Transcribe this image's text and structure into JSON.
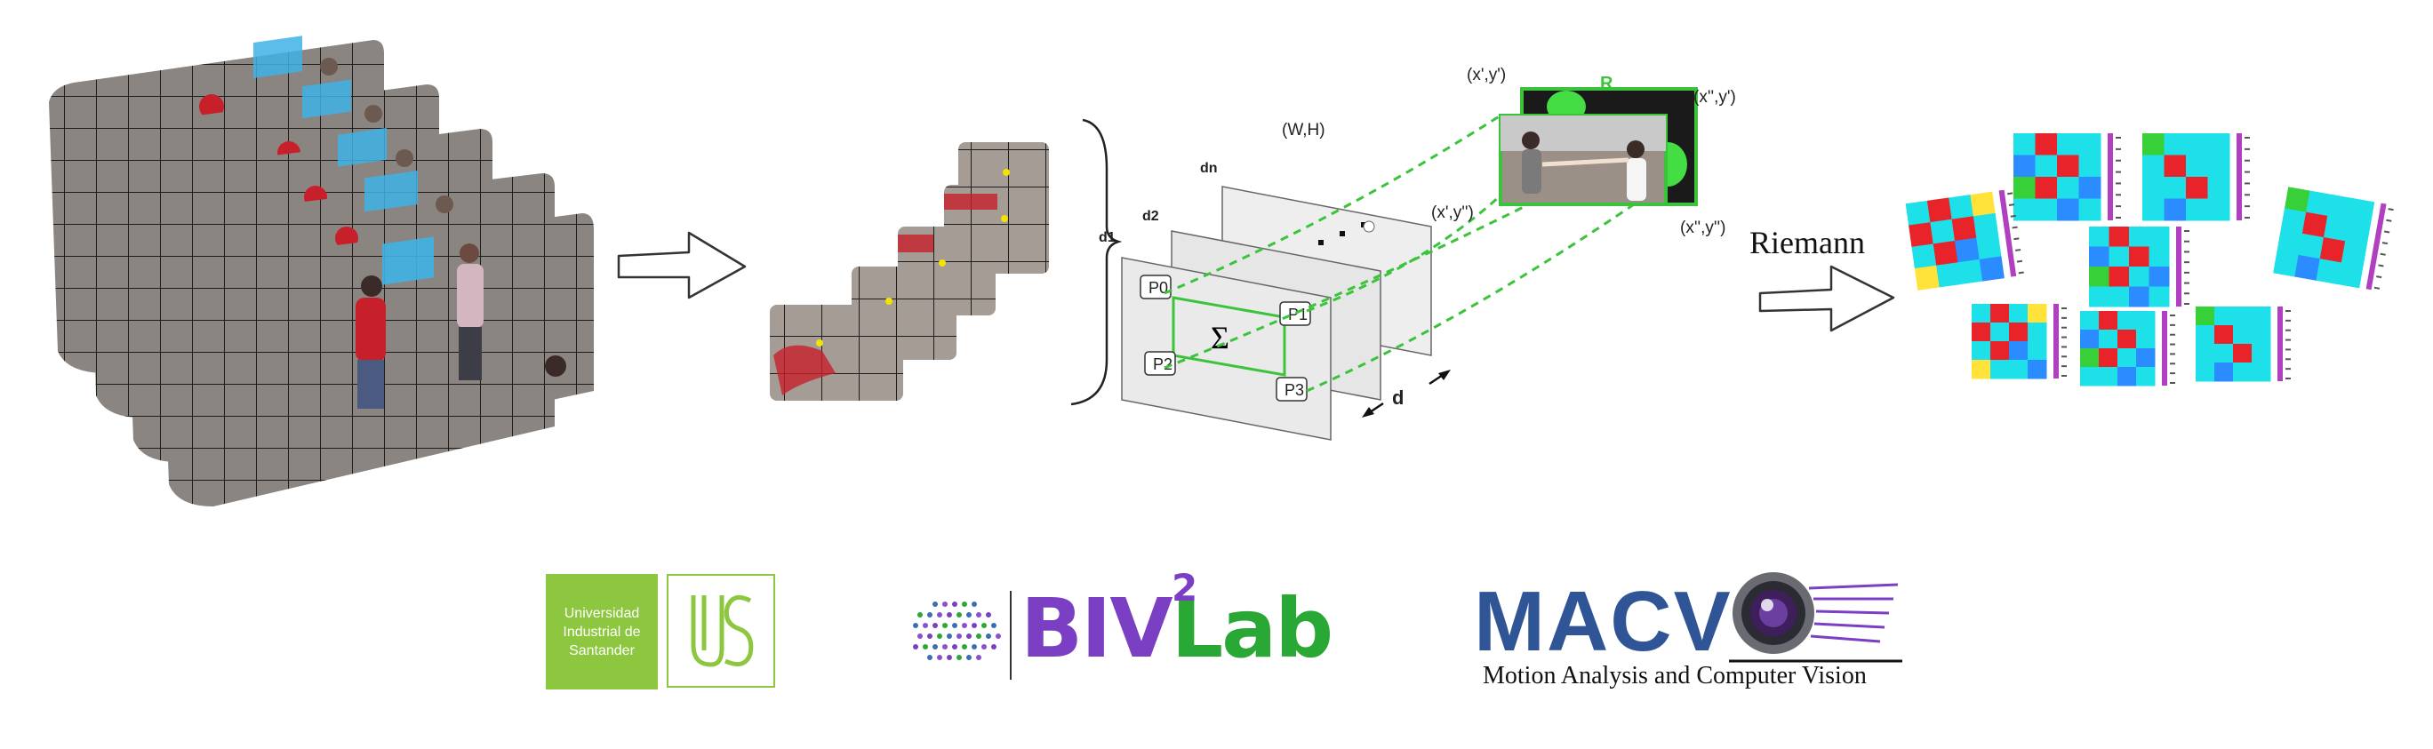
{
  "diagram": {
    "labels": {
      "d1": "d1",
      "d2": "d2",
      "dn": "dn",
      "wh": "(W,H)",
      "p0": "P0",
      "p1": "P1",
      "p2": "P2",
      "p3": "P3",
      "sum": "Σ",
      "d": "d",
      "xy1": "(x',y')",
      "xy2": "(x'',y')",
      "xy3": "(x',y'')",
      "xy4": "(x'',y'')",
      "r": "R",
      "riemann": "Riemann"
    },
    "colors": {
      "green": "#3bc43b",
      "frame_gray": "#8a8580",
      "grid_line": "#222222",
      "blue_patch": "#3fb2e6",
      "red": "#c8202a"
    }
  },
  "logos": {
    "uis": {
      "line1": "Universidad",
      "line2": "Industrial de",
      "line3": "Santander",
      "mark": "UIS",
      "color": "#8dc63f"
    },
    "biv2lab": {
      "biv": "BIV",
      "sup": "2",
      "lab": "Lab",
      "purple": "#7b3fc4",
      "green": "#2aa836"
    },
    "macv": {
      "title": "MACV",
      "subtitle": "Motion Analysis and Computer Vision",
      "color": "#2f5597"
    }
  }
}
